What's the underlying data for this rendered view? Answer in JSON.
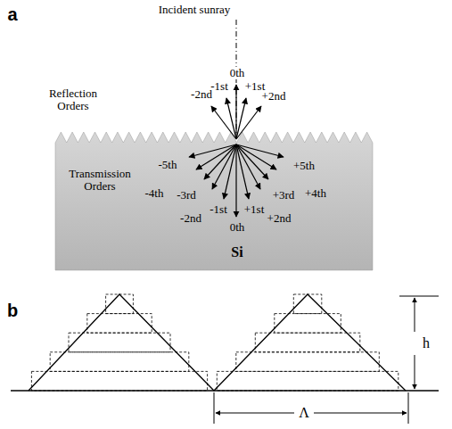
{
  "diagram": {
    "labels": [
      "a",
      "Incident sunray",
      "Reflection Orders",
      "0th",
      "-2nd",
      "-1st",
      "+1st",
      "+2nd",
      "Transmission Orders",
      "-5th",
      "-4th",
      "-3rd",
      "-2nd",
      "-1st",
      "0th",
      "+1st",
      "+2nd",
      "+3rd",
      "+4th",
      "+5th",
      "Si",
      "b",
      "h",
      "Λ"
    ]
  }
}
